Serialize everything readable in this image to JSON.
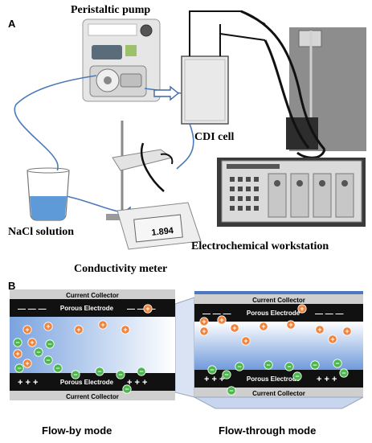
{
  "panel_a": {
    "letter": "A",
    "labels": {
      "pump": "Peristaltic pump",
      "cdi": "CDI cell",
      "nacl": "NaCl solution",
      "conductivity": "Conductivity meter",
      "workstation": "Electrochemical workstation"
    },
    "meter_display": "1.894"
  },
  "panel_b": {
    "letter": "B",
    "collector_label": "Current Collector",
    "electrode_label": "Porous Electrode",
    "dashes": "— — —",
    "pluses": "+ + +",
    "flow_by_caption": "Flow-by mode",
    "flow_through_caption": "Flow-through mode",
    "plus_sign": "+",
    "minus_sign": "−"
  },
  "colors": {
    "cation": "#f0823a",
    "anion": "#4cb84c",
    "electrode": "#111111",
    "collector": "#cfcfcf",
    "channel_top": "#ffffff",
    "channel_bottom": "#7ea6e0",
    "tubing": "#4a7ab8"
  }
}
